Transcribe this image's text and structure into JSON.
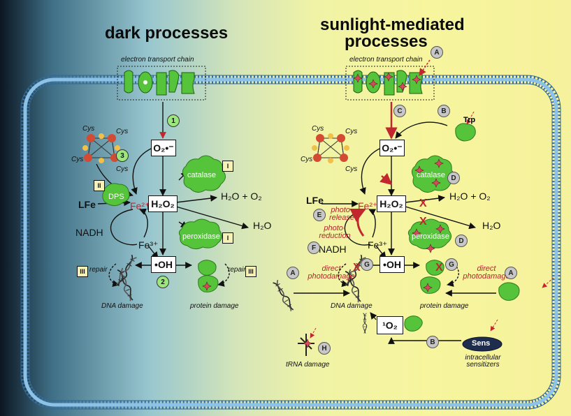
{
  "titles": {
    "dark": "dark processes",
    "sunlight_line1": "sunlight-mediated",
    "sunlight_line2": "processes"
  },
  "etc_label": "electron transport chain",
  "species": {
    "o2": "O₂•⁻",
    "h2o2": "H₂O₂",
    "oh": "•OH",
    "singlet": "¹O₂",
    "fe2": "Fe²⁺",
    "fe3": "Fe³⁺",
    "nadh": "NADH",
    "lfe": "LFe",
    "h2o_o2": "H₂O + O₂",
    "h2o": "H₂O",
    "cys": "Cys",
    "fe": "Fe"
  },
  "enzymes": {
    "catalase": "catalase",
    "peroxidase": "peroxidase",
    "dps": "DPS"
  },
  "labels": {
    "repair": "repair",
    "dna_damage": "DNA damage",
    "protein_damage": "protein damage",
    "trna_damage": "tRNA damage",
    "photo_release": "photo-release",
    "photo_reduction": "photo-reduction",
    "direct_photodamage": "direct photodamage",
    "trp": "Trp",
    "sens": "Sens",
    "intracellular_sensitizers": "intracellular sensitizers"
  },
  "markers": {
    "one": "1",
    "two": "2",
    "three": "3",
    "I": "I",
    "II": "II",
    "III": "III",
    "A": "A",
    "B": "B",
    "C": "C",
    "D": "D",
    "E": "E",
    "F": "F",
    "G": "G",
    "H": "H",
    "x": "X"
  },
  "colors": {
    "membrane": "#4f8ec1",
    "protein_green": "#55c43a",
    "damage_red": "#c2272d",
    "fe_orange": "#d24b32"
  }
}
